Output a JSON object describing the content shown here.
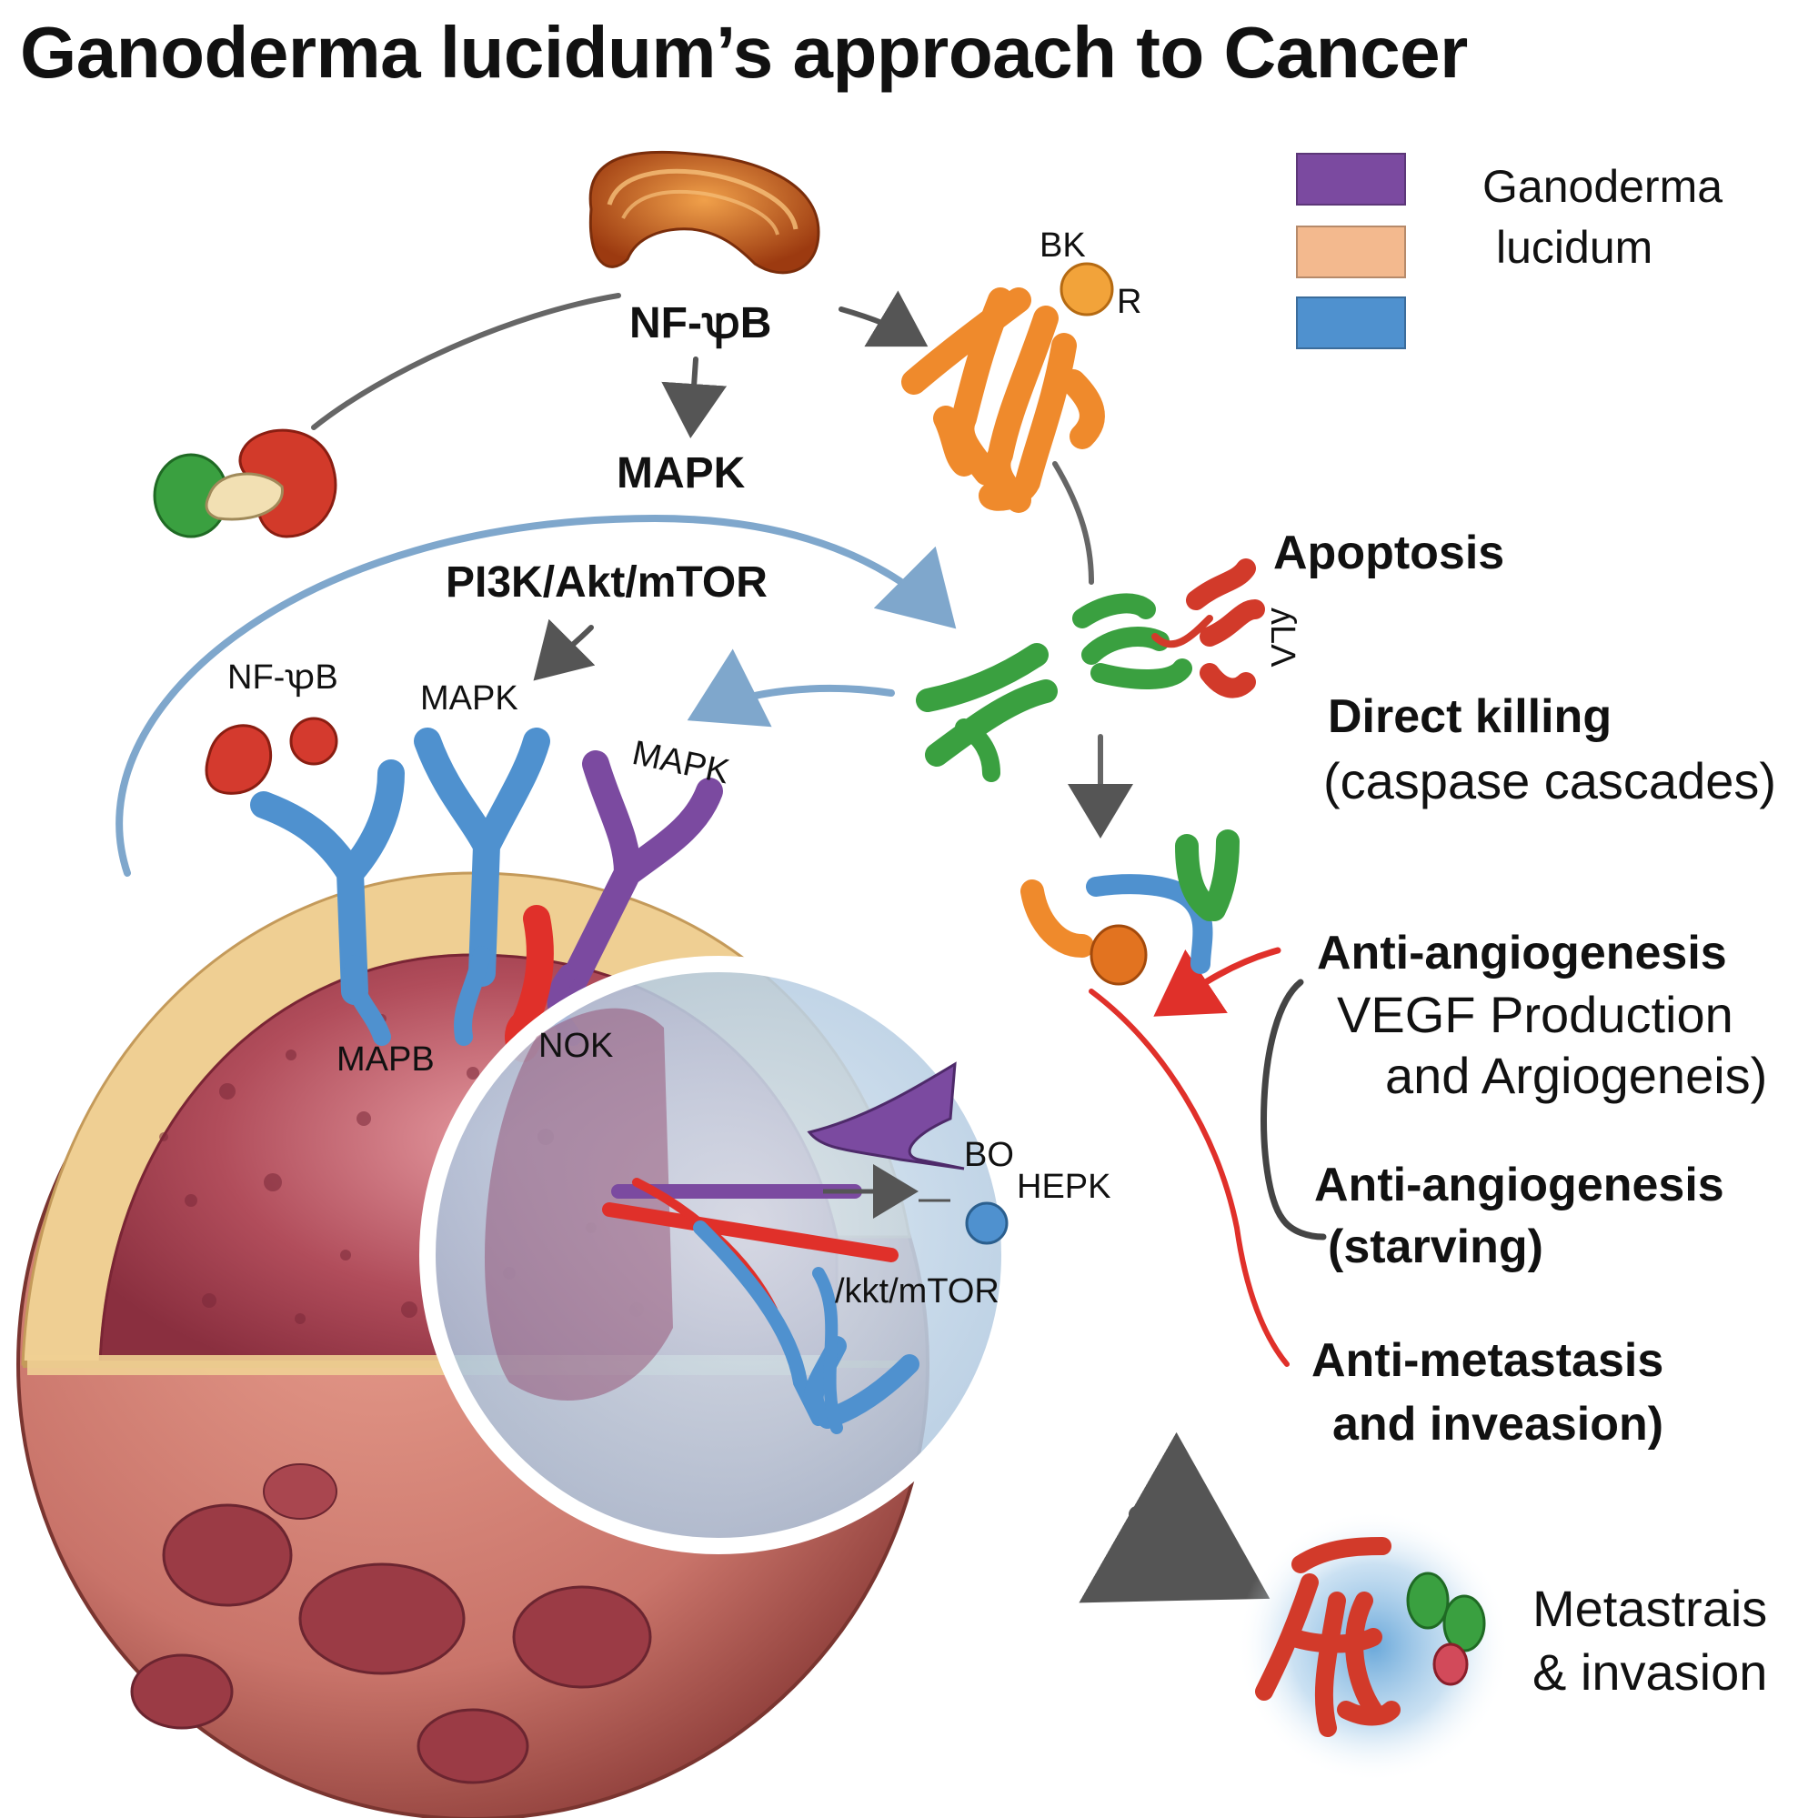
{
  "title": "Ganoderma lucidum’s approach to Cancer",
  "legend": {
    "text_line1": "Ganoderma",
    "text_line2": "lucidum",
    "colors": [
      "#7b4aa0",
      "#f3b98e",
      "#4f91cf"
    ]
  },
  "pathway_labels": {
    "nfkb_top": "NF-ꝕB",
    "mapk_top": "MAPK",
    "pi3k": "PI3K/Akt/mTOR",
    "nfkb_receptor": "NF-ꝕB",
    "mapk_receptor_1": "MAPK",
    "mapk_receptor_2": "MAPK",
    "bk": "BK",
    "bk_r": "R",
    "apoptosis_side": "ʎLΛ",
    "mapb": "MAPB",
    "nok": "NOK",
    "bo": "BO",
    "hepk": "HEPK",
    "kkt": "/kkt/mTOR"
  },
  "effects": {
    "apoptosis": "Apoptosis",
    "direct_killing": "Direct killing",
    "caspase": "(caspase cascades)",
    "anti_angio_1": "Anti-angiogenesis",
    "vegf_line1": "VEGF Production",
    "vegf_line2": "and Argiogeneis)",
    "anti_angio_2": "Anti-angiogenesis",
    "starving": "(starving)",
    "anti_meta_line1": "Anti-metastasis",
    "anti_meta_line2": "and inveasion)",
    "metastrais_line1": "Metastrais",
    "metastrais_line2": "& invasion"
  },
  "colors": {
    "cell_outer": "#c9746a",
    "cell_inner": "#a8404f",
    "membrane": "#efcf93",
    "receptor_blue": "#4f91cf",
    "receptor_purple": "#7b4aa0",
    "mushroom": "#c8561c",
    "arrow_red": "#e0302a",
    "arrow_grey": "#555555",
    "arrow_blue": "#7fa7cc",
    "protein_green": "#3aa040",
    "protein_orange": "#ef8a2c"
  }
}
